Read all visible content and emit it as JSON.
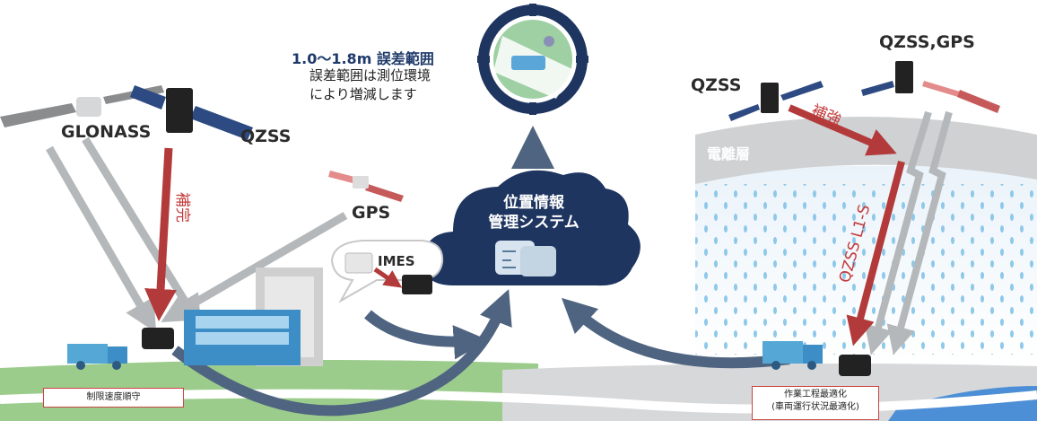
{
  "labels": {
    "glonass": "GLONASS",
    "qzss_left": "QZSS",
    "gps_left": "GPS",
    "imes": "IMES",
    "supplement": "補完",
    "reinforce": "補強",
    "qzss_right": "QZSS",
    "qzss_gps": "QZSS,GPS",
    "ionosphere": "電離層",
    "qzss_l1s": "QZSS L1-S",
    "cloud_line1": "位置情報",
    "cloud_line2": "管理システム"
  },
  "error_range": {
    "title": "1.0～1.8m 誤差範囲",
    "note_line1": "誤差範囲は測位環境",
    "note_line2": "により増減します"
  },
  "boxes": {
    "speed_limit": "制限速度順守",
    "work_opt_line1": "作業工程最適化",
    "work_opt_line2": "(車両運行状況最適化)"
  },
  "colors": {
    "navy": "#1e3560",
    "arrow_blue": "#4f6480",
    "red_arrow": "#b33a3a",
    "gray_arrow": "#b5b8ba",
    "ground_green": "#9ccc8c",
    "truck_blue": "#55a8d6"
  }
}
